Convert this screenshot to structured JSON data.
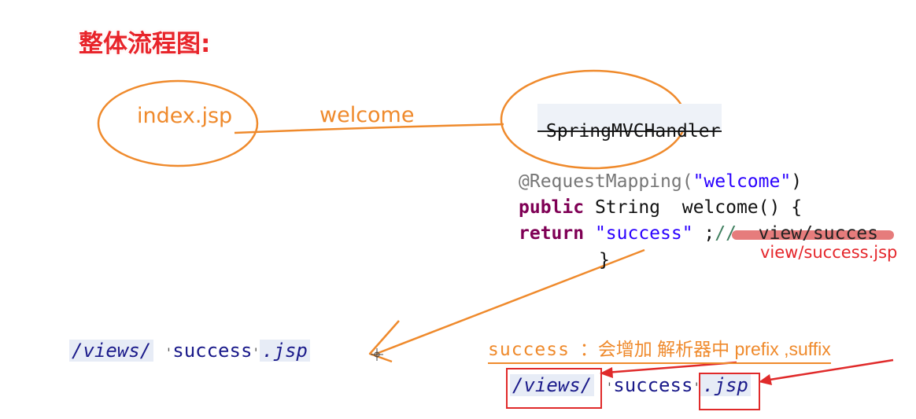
{
  "title": "整体流程图:",
  "nodes": {
    "index": "index.jsp",
    "edge_label": "welcome",
    "handler": "SpringMVCHandler"
  },
  "code": {
    "annotation": "@RequestMapping(",
    "mapping_value": "\"welcome\"",
    "annotation_close": ")",
    "kw_public": "public",
    "sig_rest": " String  welcome() {",
    "kw_return": "return",
    "return_value": " \"success\"",
    "return_semicolon": " ;",
    "comment": "//",
    "struck_text": "  view/succes",
    "closing_brace": "}"
  },
  "note": "view/success.jsp",
  "result_left": {
    "prefix": "/views/",
    "quote_open": "'",
    "name": "success",
    "quote_close": "'",
    "suffix": ".jsp"
  },
  "rule": {
    "word": "success",
    "text": "  ：会增加 解析器中 prefix ,suffix"
  },
  "result_right": {
    "prefix": "/views/",
    "quote_open": "'",
    "name": "success",
    "quote_close": "'",
    "suffix": ".jsp"
  },
  "colors": {
    "title": "#e8242a",
    "hand_drawn": "#ef8a2c",
    "highlight_box": "#e02a2a",
    "keyword": "#7f0055",
    "string": "#2a00ff"
  }
}
